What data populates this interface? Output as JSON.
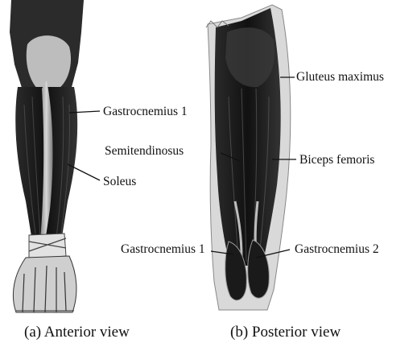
{
  "figure": {
    "labels": {
      "gastrocnemius_anterior": "Gastrocnemius 1",
      "soleus": "Soleus",
      "gluteus_maximus": "Gluteus maximus",
      "semitendinosus": "Semitendinosus",
      "biceps_femoris": "Biceps femoris",
      "gastrocnemius_posterior_1": "Gastrocnemius 1",
      "gastrocnemius_posterior_2": "Gastrocnemius 2"
    },
    "captions": {
      "anterior": "(a) Anterior view",
      "posterior": "(b) Posterior view"
    }
  }
}
